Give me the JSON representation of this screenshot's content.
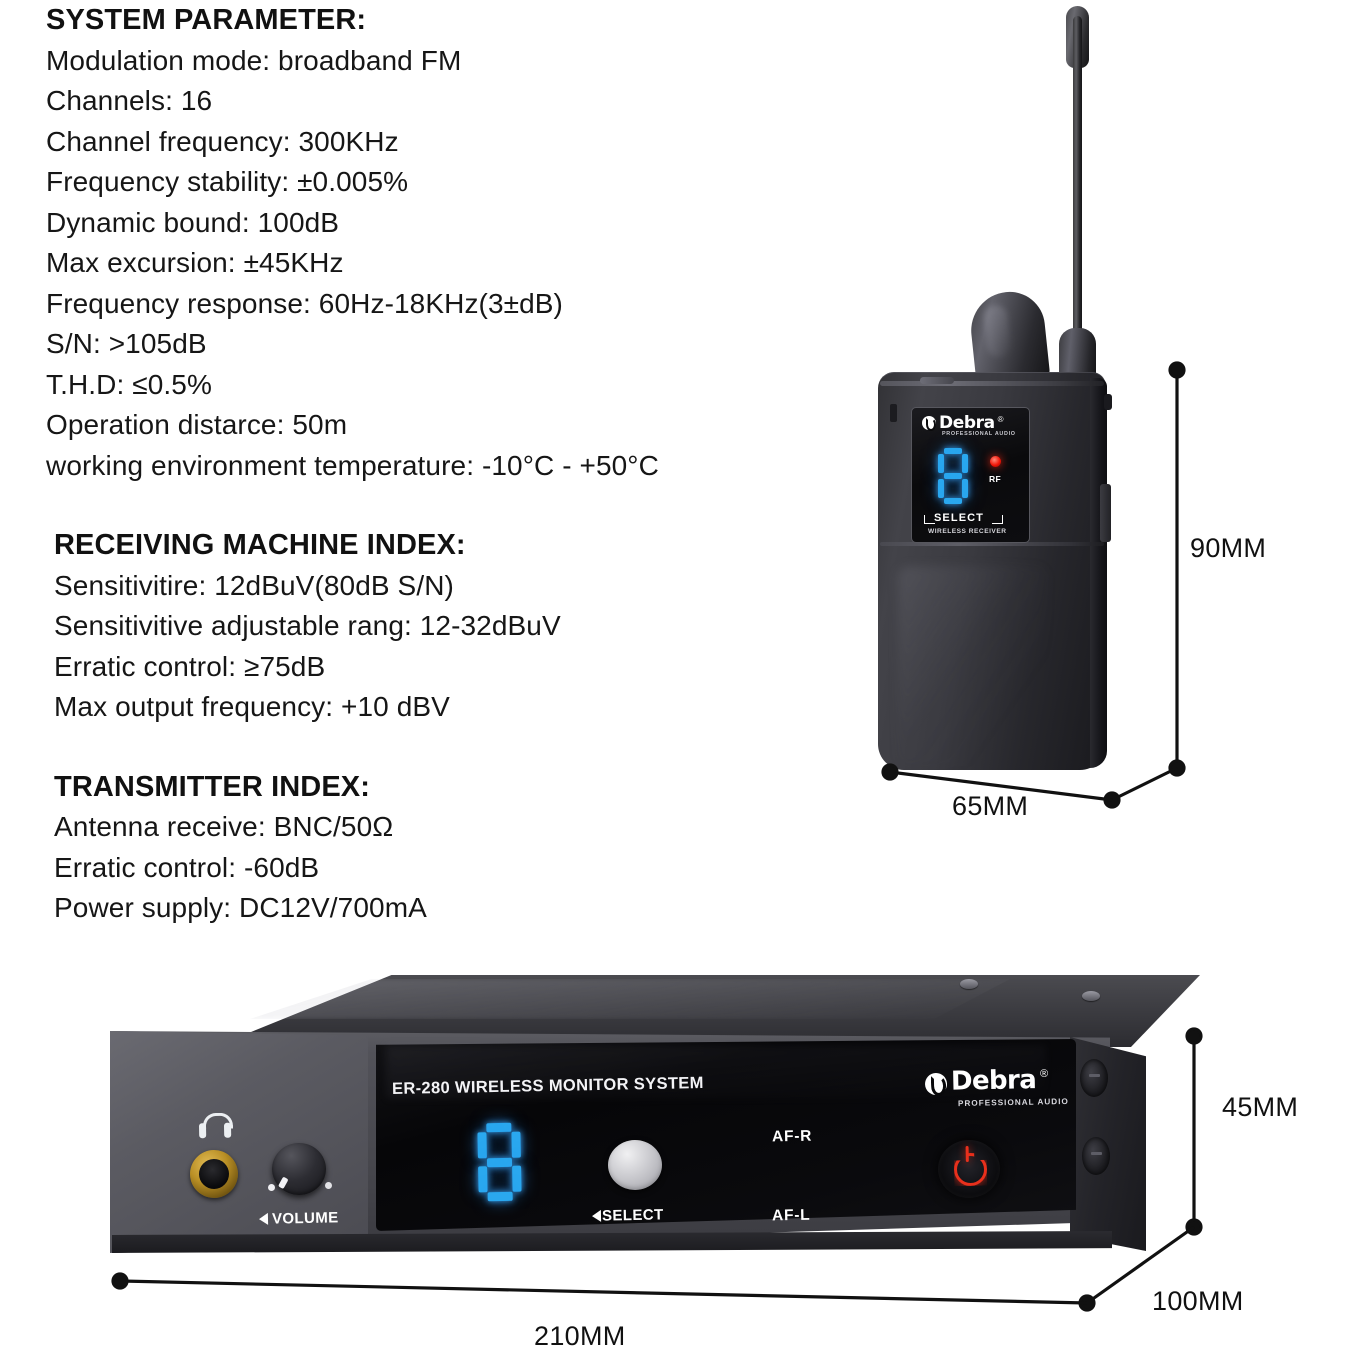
{
  "spec": {
    "sections": [
      {
        "heading": "SYSTEM PARAMETER:",
        "indent": false,
        "lines": [
          "Modulation mode:  broadband FM",
          "Channels:  16",
          "Channel frequency:  300KHz",
          "Frequency stability:  ±0.005%",
          "Dynamic bound:  100dB",
          "Max excursion:  ±45KHz",
          "Frequency response:  60Hz-18KHz(3±dB)",
          "S/N:  >105dB",
          "T.H.D:  ≤0.5%",
          "Operation distarce:  50m",
          "working environment temperature:  -10°C - +50°C"
        ]
      },
      {
        "heading": "RECEIVING MACHINE INDEX:",
        "indent": true,
        "lines": [
          "Sensitivitire:  12dBuV(80dB S/N)",
          "Sensitivitive adjustable rang:  12-32dBuV",
          "Erratic control:  ≥75dB",
          "Max output frequency:  +10 dBV"
        ]
      },
      {
        "heading": "TRANSMITTER INDEX:",
        "indent": true,
        "lines": [
          "Antenna receive:  BNC/50Ω",
          "Erratic control:  -60dB",
          "Power supply:  DC12V/700mA"
        ]
      }
    ]
  },
  "bodypack": {
    "brand": "Debra",
    "brand_registered": "®",
    "brand_sub": "PROFESSIONAL AUDIO",
    "channel_display": "8",
    "rf_label": "RF",
    "select_label": "SELECT",
    "device_label": "WIRELESS RECEIVER",
    "dimensions": {
      "height": "90MM",
      "width": "65MM"
    }
  },
  "rack": {
    "model_number": "ER-280",
    "model_title": "WIRELESS MONITOR SYSTEM",
    "brand": "Debra",
    "brand_registered": "®",
    "brand_sub": "PROFESSIONAL AUDIO",
    "channel_display": "8",
    "select_label": "SELECT",
    "volume_label": "VOLUME",
    "af_right_label": "AF-R",
    "af_left_label": "AF-L",
    "dimensions": {
      "height": "45MM",
      "depth": "100MM",
      "width": "210MM"
    }
  },
  "colors": {
    "display_blue": "#2aa8ef",
    "rf_led_red": "#f21608",
    "power_red": "#e8301c",
    "jack_gold": "#b98f25",
    "panel_black": "#0a0a0d",
    "chassis_gray": "#4b4b52",
    "text_black": "#111111",
    "background": "#ffffff"
  }
}
